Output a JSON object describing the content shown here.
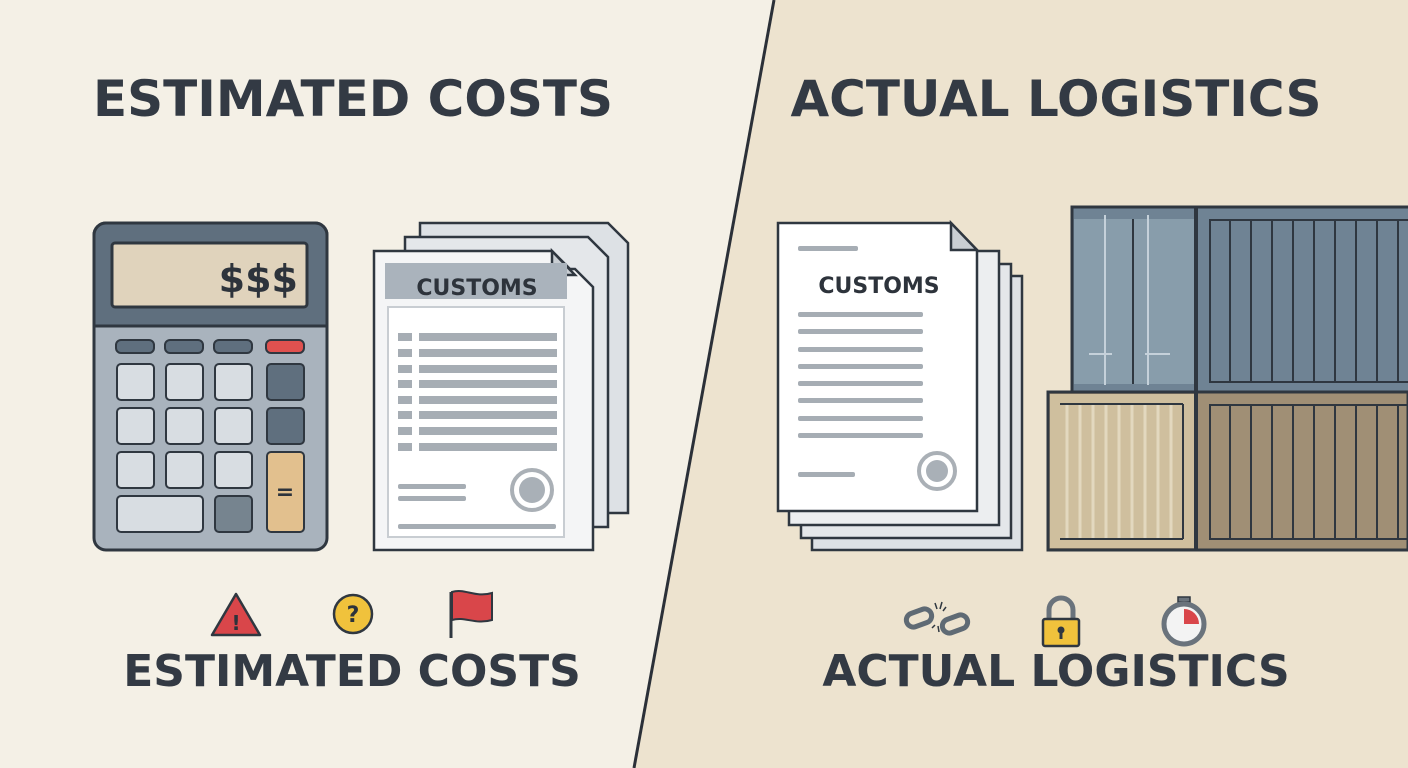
{
  "left": {
    "title": "ESTIMATED COSTS",
    "caption": "ESTIMATED COSTS",
    "calculator_display": "$$$",
    "equals_key": "=",
    "document_header": "CUSTOMS",
    "icons": [
      "warning-triangle-icon",
      "question-mark-icon",
      "red-flag-icon"
    ],
    "warning_glyph": "!",
    "question_glyph": "?"
  },
  "right": {
    "title": "ACTUAL LOGISTICS",
    "caption": "ACTUAL LOGISTICS",
    "document_header": "CUSTOMS",
    "icons": [
      "broken-chain-icon",
      "padlock-icon",
      "stopwatch-icon"
    ]
  },
  "colors": {
    "left_background": "#f4f0e6",
    "right_background": "#ede3cf",
    "divider": "#2b3038",
    "text": "#333a44",
    "alert_red": "#d9464a",
    "accent_yellow": "#f0c23c",
    "container_blue": "#6f8394",
    "container_tan": "#a89a80"
  }
}
